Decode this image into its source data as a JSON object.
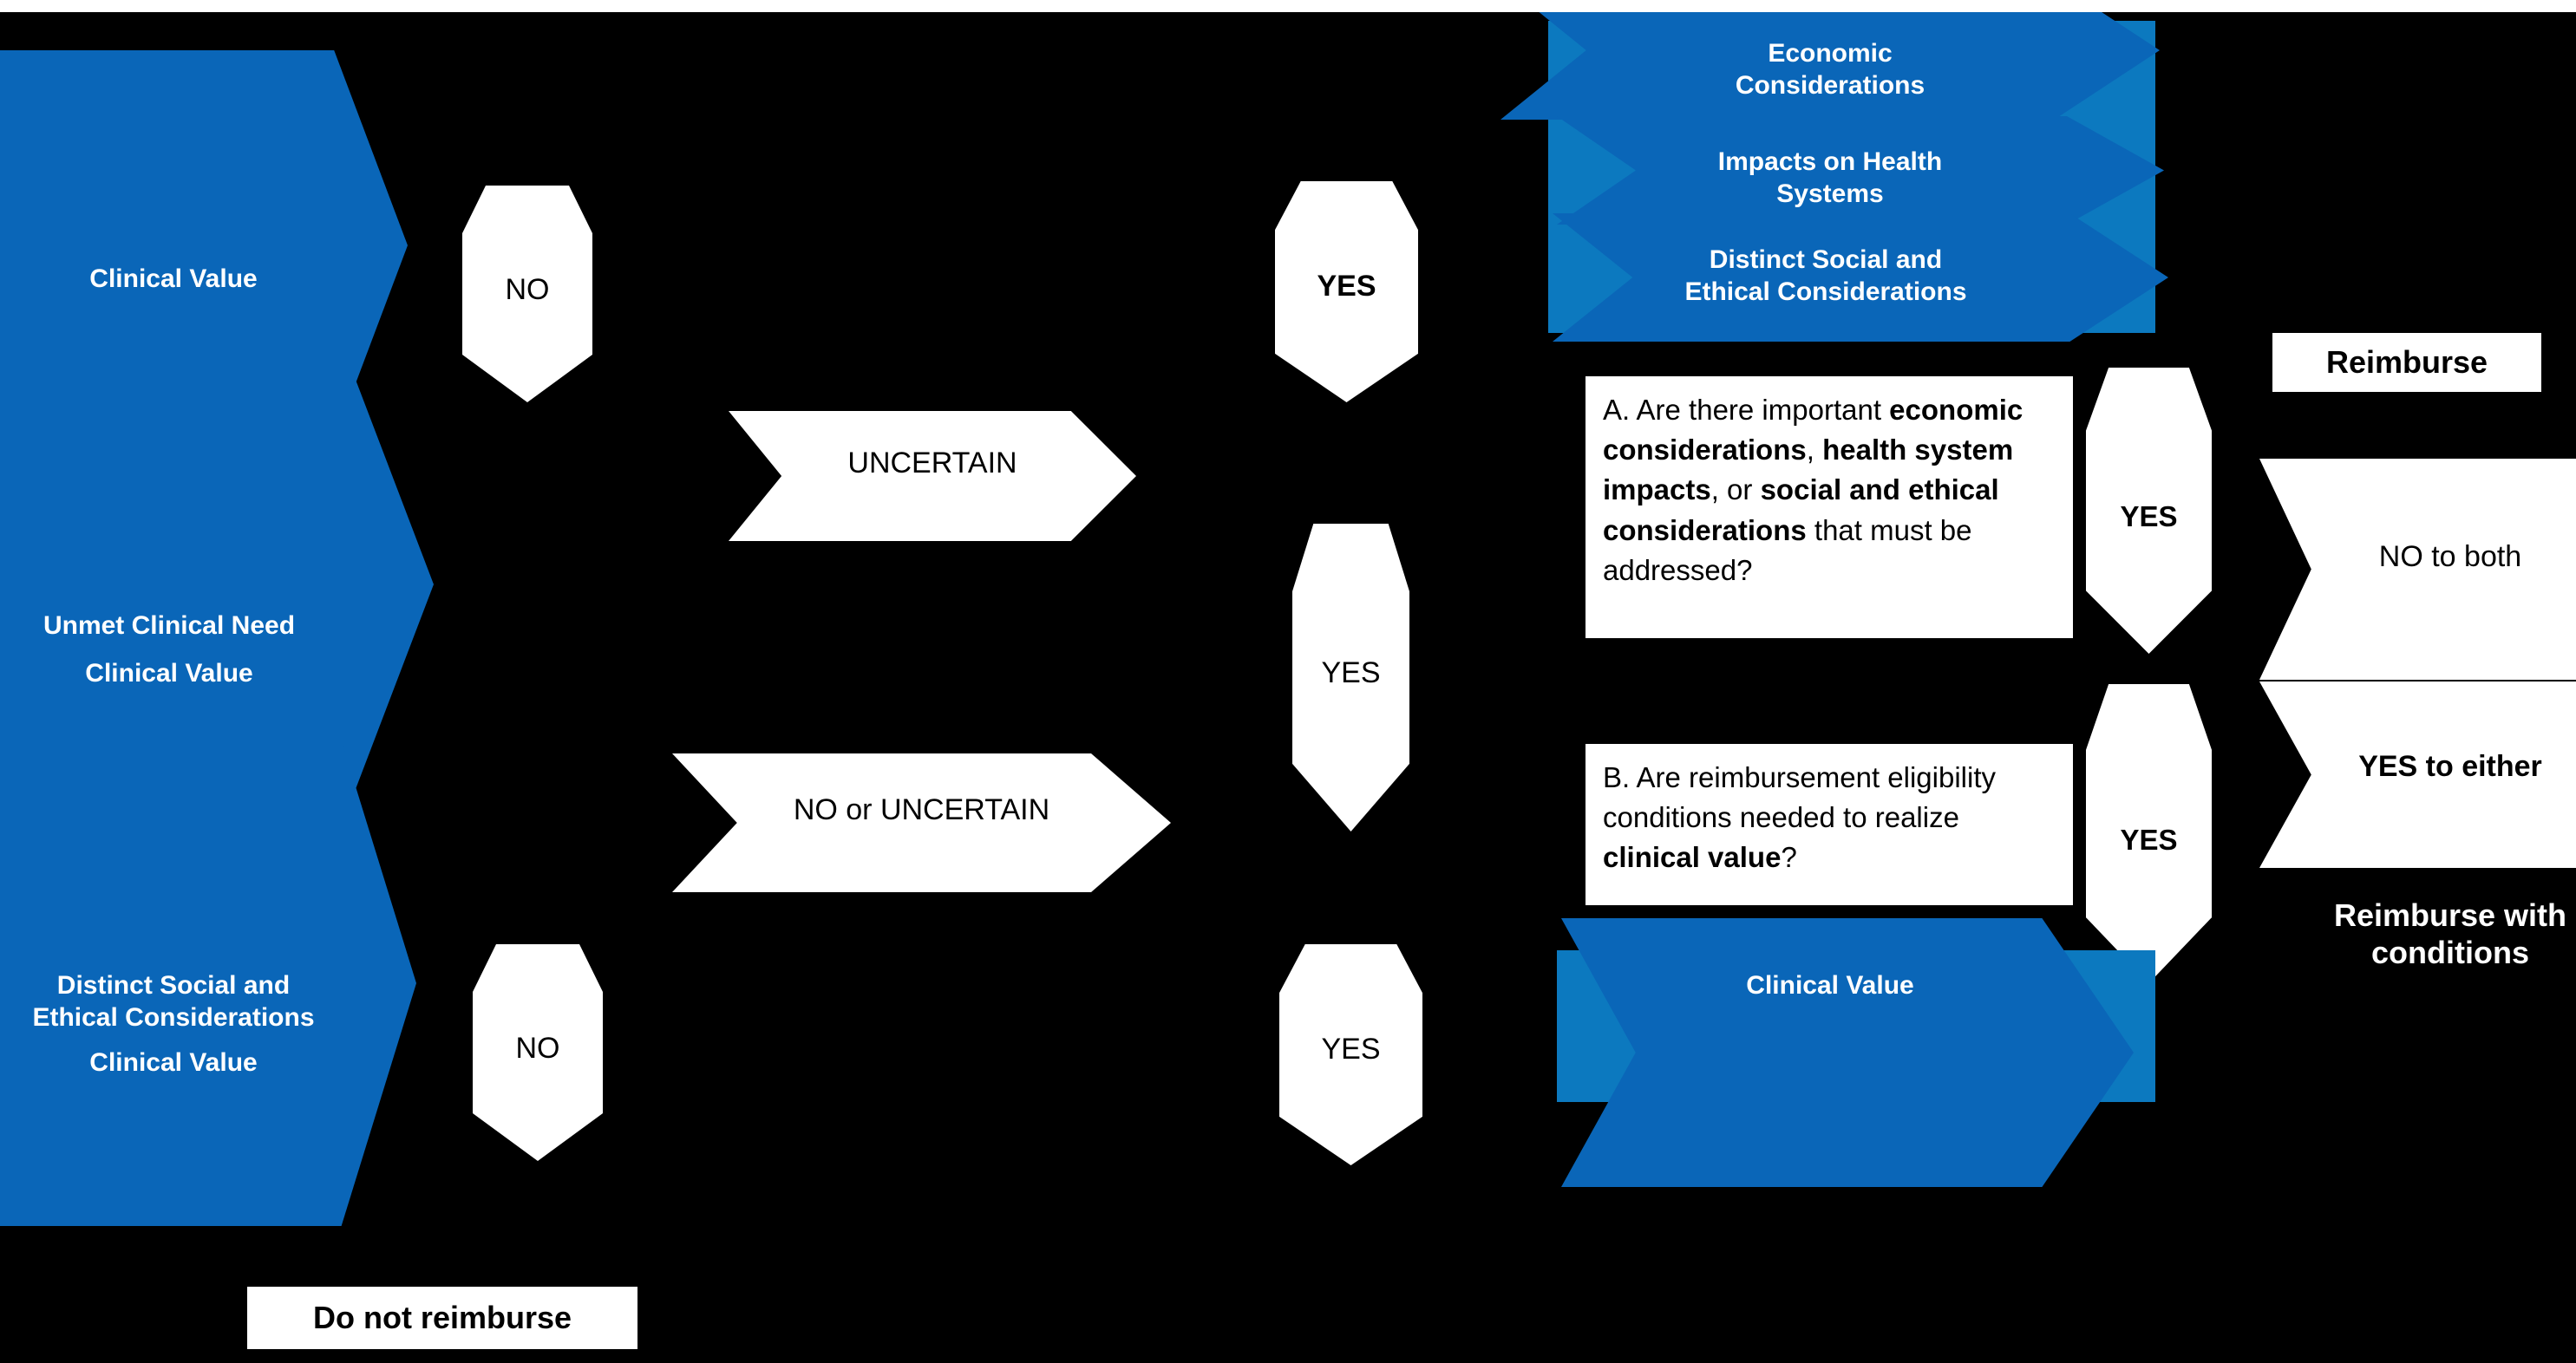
{
  "diagram": {
    "title": "Reimbursement decision framework flowchart",
    "background_color": "#000000",
    "accent_blue": "#0A66B8",
    "accent_blue_tab": "#0C79BF",
    "white": "#FFFFFF"
  },
  "criteria_left": [
    {
      "id": "c1",
      "lines": [
        "Clinical Value"
      ]
    },
    {
      "id": "c2",
      "lines": [
        "Unmet Clinical Need",
        "Clinical Value"
      ]
    },
    {
      "id": "c3",
      "lines": [
        "Distinct Social and Ethical Considerations",
        "Clinical Value"
      ]
    }
  ],
  "criteria_left_text": {
    "c1_l1": "Clinical Value",
    "c2_l1": "Unmet Clinical Need",
    "c2_l2": "Clinical Value",
    "c3_l1": "Distinct Social and",
    "c3_l2": "Ethical Considerations",
    "c3_l3": "Clinical Value"
  },
  "criteria_right": {
    "r1_l1": "Economic",
    "r1_l2": "Considerations",
    "r2_l1": "Impacts on Health",
    "r2_l2": "Systems",
    "r3_l1": "Distinct Social and",
    "r3_l2": "Ethical Considerations",
    "r4_l1": "Clinical Value"
  },
  "answers": {
    "no_top": "NO",
    "uncertain_mid": "UNCERTAIN",
    "no_or_uncertain": "NO or UNCERTAIN",
    "no_bottom": "NO",
    "yes_top": "YES",
    "yes_mid": "YES",
    "yes_bottom": "YES",
    "yes_qa": "YES",
    "yes_qb": "YES",
    "no_to_both": "NO to both",
    "yes_to_either": "YES to either"
  },
  "questions": {
    "a": {
      "prefix": "A. Are there important ",
      "bold1": "economic considerations",
      "mid1": ", ",
      "bold2": "health system impacts",
      "mid2": ", or ",
      "bold3": "social and ethical considerations",
      "suffix": " that must be addressed?"
    },
    "b": {
      "prefix": "B. Are reimbursement eligibility conditions needed to realize ",
      "bold1": "clinical value",
      "suffix": "?"
    }
  },
  "outcomes": {
    "do_not_reimburse": "Do not reimburse",
    "reimburse": "Reimburse",
    "reimburse_with_conditions_l1": "Reimburse with",
    "reimburse_with_conditions_l2": "conditions"
  }
}
